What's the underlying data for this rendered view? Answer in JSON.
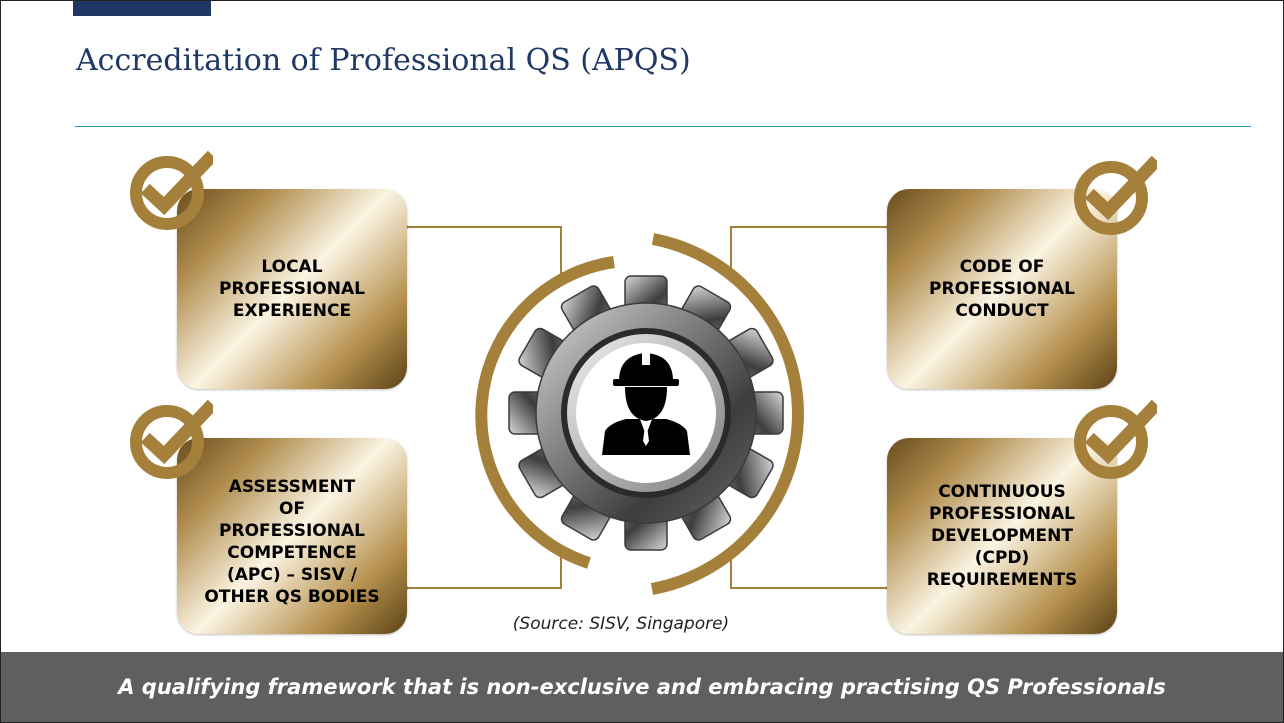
{
  "slide": {
    "title": "Accreditation of Professional QS (APQS)",
    "source": "(Source: SISV, Singapore)",
    "footer": "A qualifying framework that is non-exclusive and embracing practising QS Professionals"
  },
  "boxes": {
    "top_left": "LOCAL\nPROFESSIONAL\nEXPERIENCE",
    "bottom_left": "ASSESSMENT\nOF\nPROFESSIONAL\nCOMPETENCE\n(APC) – SISV /\nOTHER QS BODIES",
    "top_right": "CODE OF\nPROFESSIONAL\nCONDUCT",
    "bottom_right": "CONTINUOUS\nPROFESSIONAL\nDEVELOPMENT\n(CPD)\nREQUIREMENTS"
  },
  "icons": {
    "check": "check-circle-icon",
    "center": "construction-worker-icon",
    "gear": "gear-icon"
  },
  "colors": {
    "title": "#1f3864",
    "accent_bar": "#1f3864",
    "rule": "#2e95c9",
    "gold": "#a5803a",
    "footer_bg": "#5f5f5f",
    "footer_text": "#ffffff"
  }
}
